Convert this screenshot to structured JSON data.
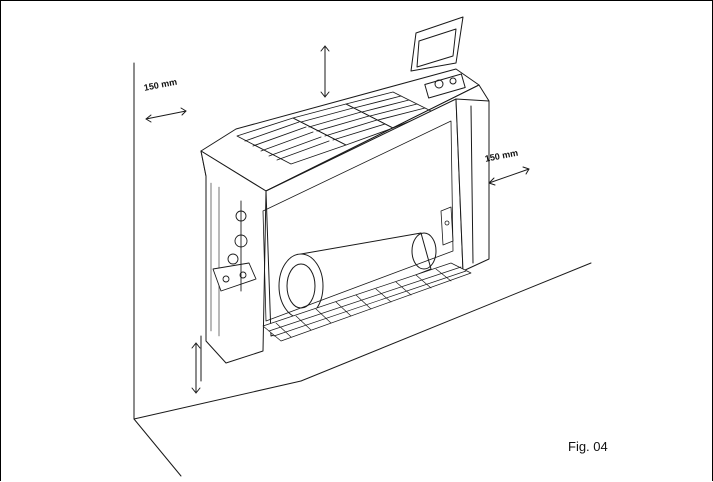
{
  "labels": {
    "clearance_left": "150 mm",
    "clearance_right": "150 mm",
    "figure_caption": "Fig. 04"
  },
  "icons": {
    "clearance_arrows": "double-headed-arrow",
    "appliance": "fan-coil-unit-line-drawing"
  },
  "colors": {
    "line": "#1a1a1a",
    "background": "#ffffff"
  }
}
